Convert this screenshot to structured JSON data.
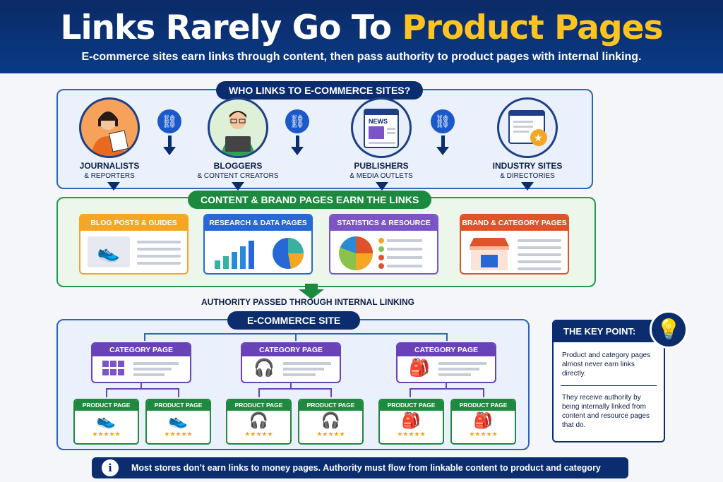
{
  "header": {
    "title_part1": "Links Rarely Go To ",
    "title_part2": "Product Pages",
    "subtitle": "E-commerce sites earn links through content, then pass authority to product pages with internal linking."
  },
  "who": {
    "heading": "WHO LINKS TO E-COMMERCE SITES?",
    "sources": [
      {
        "name": "JOURNALISTS",
        "sub": "& REPORTERS"
      },
      {
        "name": "BLOGGERS",
        "sub": "& CONTENT CREATORS"
      },
      {
        "name": "PUBLISHERS",
        "sub": "& MEDIA OUTLETS"
      },
      {
        "name": "INDUSTRY SITES",
        "sub": "& DIRECTORIES"
      }
    ],
    "news_label": "NEWS"
  },
  "content": {
    "heading": "CONTENT & BRAND PAGES EARN THE LINKS",
    "cards": [
      {
        "label": "BLOG POSTS & GUIDES",
        "color": "#f5a623"
      },
      {
        "label": "RESEARCH & DATA PAGES",
        "color": "#2568d6"
      },
      {
        "label": "STATISTICS & RESOURCE PAGES",
        "color": "#7b55c7"
      },
      {
        "label": "BRAND & CATEGORY PAGES",
        "color": "#e0532a"
      }
    ]
  },
  "authority_label": "AUTHORITY PASSED THROUGH INTERNAL LINKING",
  "ecom": {
    "heading": "E-COMMERCE SITE",
    "categories": [
      {
        "label": "CATEGORY PAGE",
        "products": [
          {
            "label": "PRODUCT PAGE"
          },
          {
            "label": "PRODUCT PAGE"
          }
        ]
      },
      {
        "label": "CATEGORY PAGE",
        "products": [
          {
            "label": "PRODUCT PAGE"
          },
          {
            "label": "PRODUCT PAGE"
          }
        ]
      },
      {
        "label": "CATEGORY PAGE",
        "products": [
          {
            "label": "PRODUCT PAGE"
          },
          {
            "label": "PRODUCT PAGE"
          }
        ]
      }
    ],
    "stars": "★★★★★"
  },
  "keypoint": {
    "heading": "THE KEY POINT:",
    "text1": "Product and category pages almost never earn links directly.",
    "text2": "They receive authority by being internally linked from content and resource pages that do."
  },
  "footer": {
    "text": "Most stores don’t earn links to money pages. Authority must flow from linkable content to product and category pages."
  }
}
